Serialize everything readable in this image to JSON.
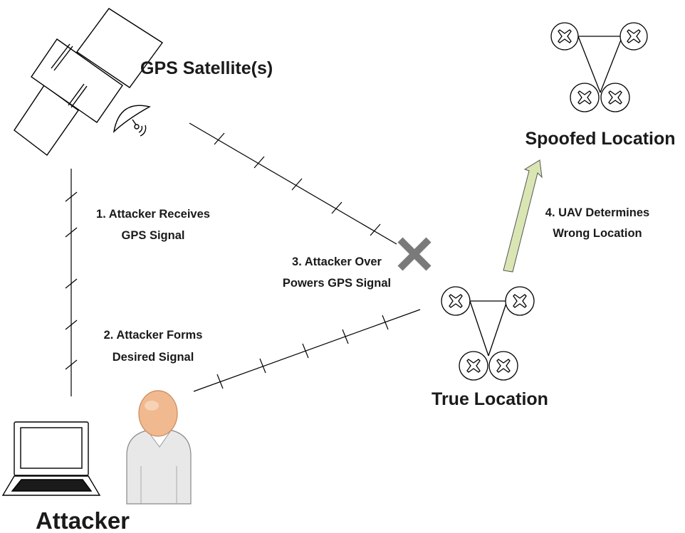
{
  "labels": {
    "satellite": "GPS Satellite(s)",
    "spoofed": "Spoofed Location",
    "true_location": "True Location",
    "attacker": "Attacker"
  },
  "steps": [
    {
      "line1": "1. Attacker Receives",
      "line2": "GPS Signal"
    },
    {
      "line1": "2. Attacker Forms",
      "line2": "Desired Signal"
    },
    {
      "line1": "3. Attacker Over",
      "line2": "Powers GPS Signal"
    },
    {
      "line1": "4. UAV Determines",
      "line2": "Wrong Location"
    }
  ],
  "colors": {
    "line": "#000000",
    "block_mark": "#7a7a7a",
    "arrow_fill": "#d9e6b3",
    "skin": "#f1b98f",
    "shirt": "#e8e8e8"
  },
  "icons": {
    "satellite": "satellite-icon",
    "drone": "quadcopter-icon",
    "laptop": "laptop-icon",
    "person": "person-icon",
    "block": "x-mark-icon",
    "arrow": "up-arrow-icon"
  }
}
